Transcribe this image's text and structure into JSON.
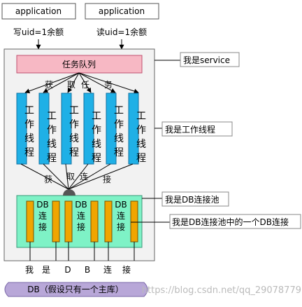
{
  "clients": [
    {
      "label": "application",
      "op": "写uid=1余额"
    },
    {
      "label": "application",
      "op": "读uid=1余额"
    }
  ],
  "service": {
    "callout": "我是service"
  },
  "task_queue": {
    "label": "任务队列"
  },
  "fetch_task_chars": [
    "获",
    "取",
    "任",
    "务"
  ],
  "worker": {
    "text": "工作线程",
    "callout": "我是工作线程"
  },
  "fetch_conn_chars": [
    "获",
    "取",
    "连",
    "接"
  ],
  "pool": {
    "callout": "我是DB连接池",
    "conn_callout": "我是DB连接池中的一个DB连接",
    "conn_text": "DB连接"
  },
  "bottom_chars": [
    "我",
    "是",
    "D",
    "B",
    "连",
    "接"
  ],
  "db": {
    "label": "DB（假设只有一个主库）"
  },
  "watermark": "https://blog.csdn.net/qq_29078779",
  "colors": {
    "queue_fill": "#f7b8c4",
    "worker_fill": "#1fb0e6",
    "pool_fill": "#7ef2c6",
    "conn_fill": "#f0a500",
    "db_fill": "#b8a7d8"
  }
}
